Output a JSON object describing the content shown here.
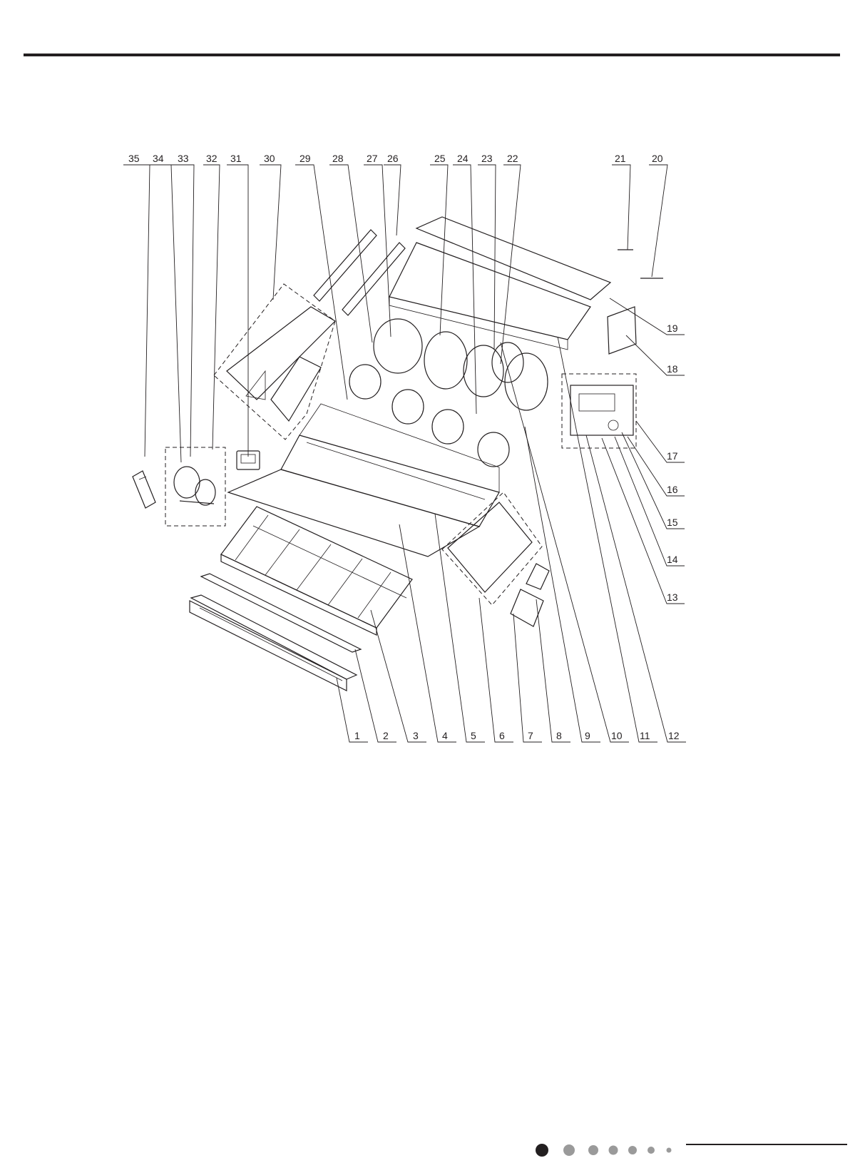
{
  "labels_top": [
    "35",
    "34",
    "33",
    "32",
    "31",
    "30",
    "29",
    "28",
    "27",
    "26",
    "25",
    "24",
    "23",
    "22",
    "21",
    "20"
  ],
  "labels_right": [
    "19",
    "18",
    "17",
    "16",
    "15",
    "14",
    "13"
  ],
  "labels_bottom": [
    "1",
    "2",
    "3",
    "4",
    "5",
    "6",
    "7",
    "8",
    "9",
    "10",
    "11",
    "12"
  ],
  "colors": {
    "ink": "#231f20",
    "dot": "#9a9a9a",
    "page": "#ffffff"
  },
  "pager": {
    "total": 7,
    "active": 1
  }
}
